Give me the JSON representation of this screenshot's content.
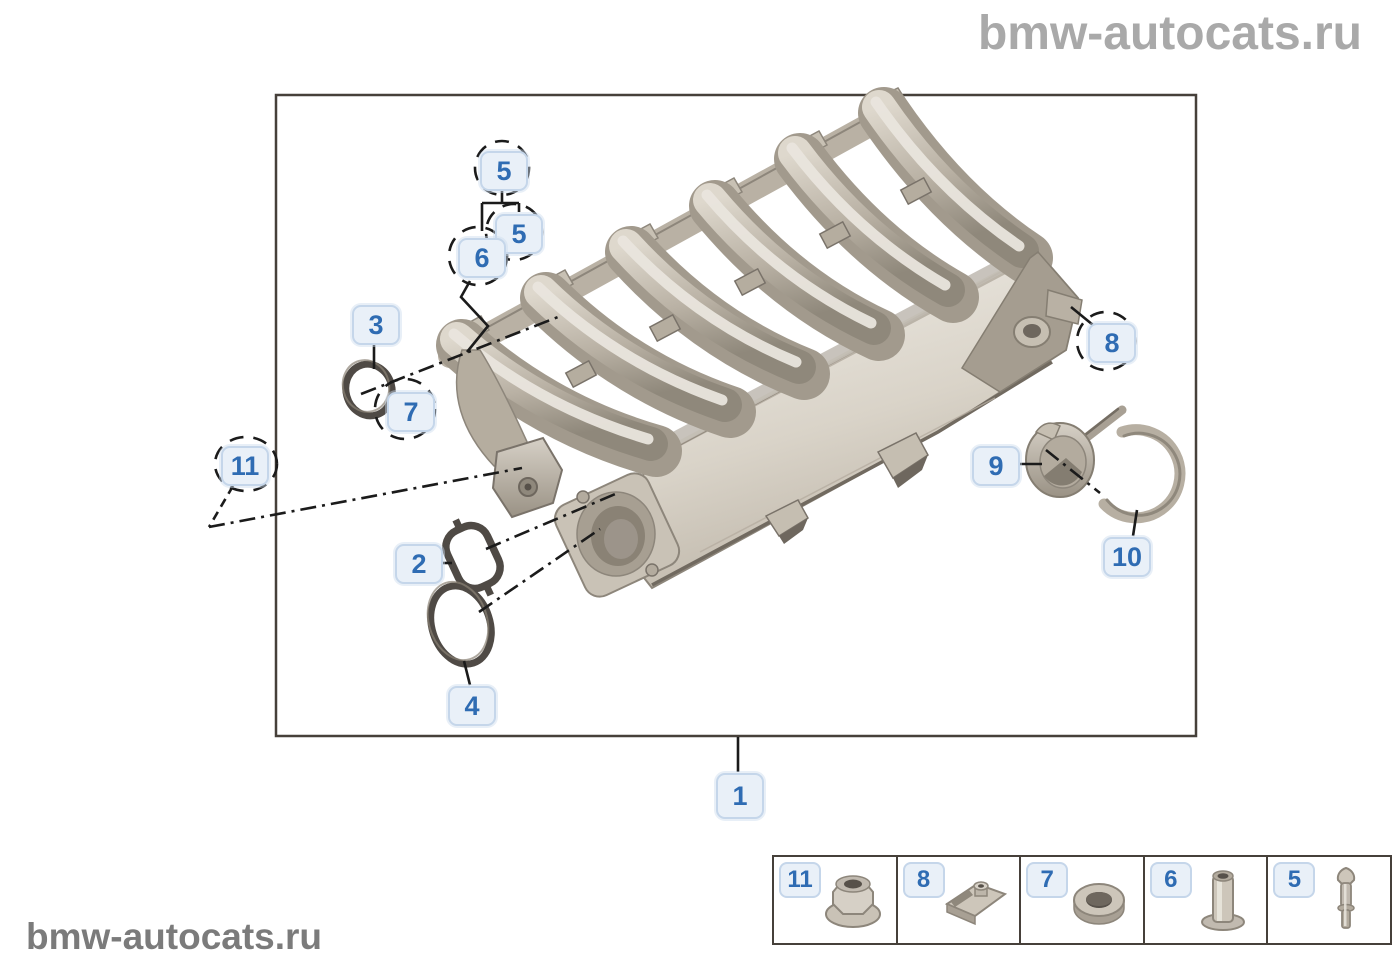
{
  "watermarks": {
    "top_right": "bmw-autocats.ru",
    "bottom_left": "bmw-autocats.ru"
  },
  "colors": {
    "accent_blue": "#2f6cb3",
    "callout_bg": "#e9f0f8",
    "callout_border": "#c5d6ea",
    "frame_border": "#46403a",
    "leader_line": "#1b1b1b",
    "part_metal_base": "#b3aa9d",
    "part_metal_light": "#e8e4dc",
    "seal_dark": "#4f4a45",
    "watermark_top": "#a9a9a9",
    "watermark_bottom": "#7b7b7b"
  },
  "diagram": {
    "description": "BMW intake manifold exploded parts diagram with numbered callouts",
    "callouts": [
      {
        "label": "5",
        "part": "stud-upper",
        "dashed_circle": true
      },
      {
        "label": "5",
        "part": "stud-lower",
        "dashed_circle": true
      },
      {
        "label": "6",
        "part": "sleeve-bushing",
        "dashed_circle": true
      },
      {
        "label": "3",
        "part": "o-ring-small",
        "dashed_circle": false
      },
      {
        "label": "7",
        "part": "washer",
        "dashed_circle": true
      },
      {
        "label": "11",
        "part": "flange-nut",
        "dashed_circle": true
      },
      {
        "label": "2",
        "part": "profile-gasket",
        "dashed_circle": false
      },
      {
        "label": "4",
        "part": "o-ring-large",
        "dashed_circle": false
      },
      {
        "label": "8",
        "part": "clip-nut",
        "dashed_circle": true
      },
      {
        "label": "9",
        "part": "vacuum-actuator",
        "dashed_circle": false
      },
      {
        "label": "10",
        "part": "retaining-hook",
        "dashed_circle": false
      },
      {
        "label": "1",
        "part": "intake-manifold",
        "dashed_circle": false
      }
    ]
  },
  "legend": {
    "items": [
      {
        "label": "11",
        "part": "flange-nut"
      },
      {
        "label": "8",
        "part": "clip-nut"
      },
      {
        "label": "7",
        "part": "washer"
      },
      {
        "label": "6",
        "part": "sleeve-bushing"
      },
      {
        "label": "5",
        "part": "stud"
      }
    ]
  }
}
